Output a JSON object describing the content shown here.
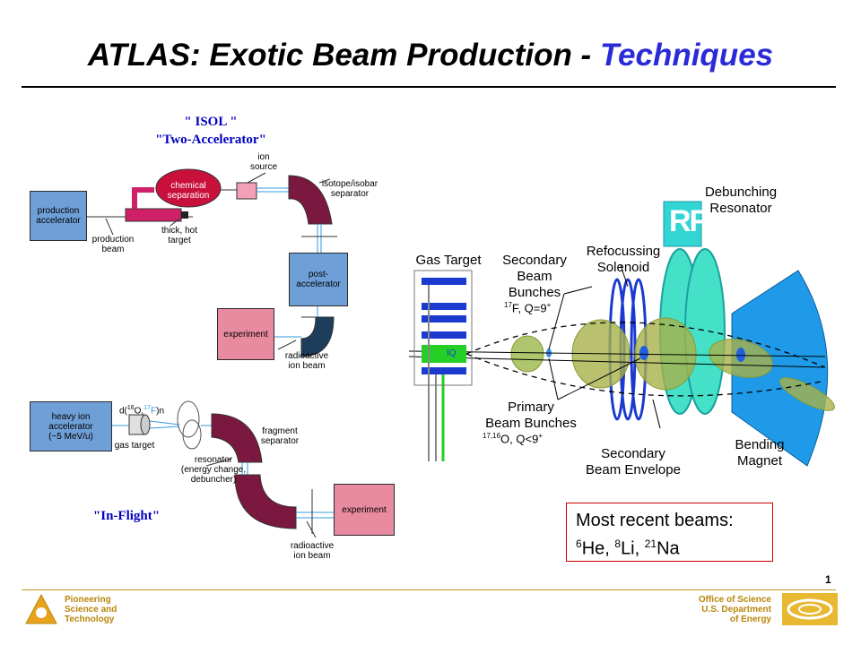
{
  "title": {
    "main": "ATLAS:  Exotic Beam Production - ",
    "accent": "Techniques"
  },
  "isol": {
    "heading1": "\" ISOL \"",
    "heading2": "\"Two-Accelerator\"",
    "production_accelerator_1": "production",
    "production_accelerator_2": "accelerator",
    "chemical_separation_1": "chemical",
    "chemical_separation_2": "separation",
    "ion_source_1": "ion",
    "ion_source_2": "source",
    "isotope_separator_1": "isotope/isobar",
    "isotope_separator_2": "separator",
    "production_beam_1": "production",
    "production_beam_2": "beam",
    "thick_target_1": "thick, hot",
    "thick_target_2": "target",
    "post_accelerator_1": "post-",
    "post_accelerator_2": "accelerator",
    "experiment": "experiment",
    "radioactive_beam_1": "radioactive",
    "radioactive_beam_2": "ion beam"
  },
  "inflight": {
    "heavy_ion_1": "heavy ion",
    "heavy_ion_2": "accelerator",
    "heavy_ion_3": "(~5 MeV/u)",
    "reaction_pre": "d(",
    "reaction_sup1": "16",
    "reaction_mid": "O,",
    "reaction_sup2": "17",
    "reaction_f": "F",
    "reaction_post": ")n",
    "gas_target": "gas target",
    "resonator_1": "resonator",
    "resonator_2": "(energy change,",
    "resonator_3": "debuncher)",
    "fragment_1": "fragment",
    "fragment_2": "separator",
    "experiment": "experiment",
    "radioactive_beam_1": "radioactive",
    "radioactive_beam_2": "ion beam",
    "heading": "\"In-Flight\""
  },
  "right": {
    "debunching_1": "Debunching",
    "debunching_2": "Resonator",
    "refocussing_1": "Refocussing",
    "refocussing_2": "Solenoid",
    "gas_target": "Gas Target",
    "secondary_bunches_1": "Secondary",
    "secondary_bunches_2": "Beam",
    "secondary_bunches_3": "Bunches",
    "sec_sup": "17",
    "sec_text": "F, Q=9",
    "sec_plus": "+",
    "primary_1": "Primary",
    "primary_2": "Beam Bunches",
    "pri_sup": "17,16",
    "pri_text": "O, Q<9",
    "pri_plus": "+",
    "envelope_1": "Secondary",
    "envelope_2": "Beam Envelope",
    "bending_1": "Bending",
    "bending_2": "Magnet",
    "rf": "RF",
    "iq": "IQ"
  },
  "recent": {
    "line1": "Most recent beams:",
    "he_sup": "6",
    "he": "He, ",
    "li_sup": "8",
    "li": "Li, ",
    "na_sup": "21",
    "na": "Na"
  },
  "page_number": "1",
  "footer": {
    "left_1": "Pioneering",
    "left_2": "Science and",
    "left_3": "Technology",
    "right_1": "Office of Science",
    "right_2": "U.S. Department",
    "right_3": "of Energy"
  }
}
